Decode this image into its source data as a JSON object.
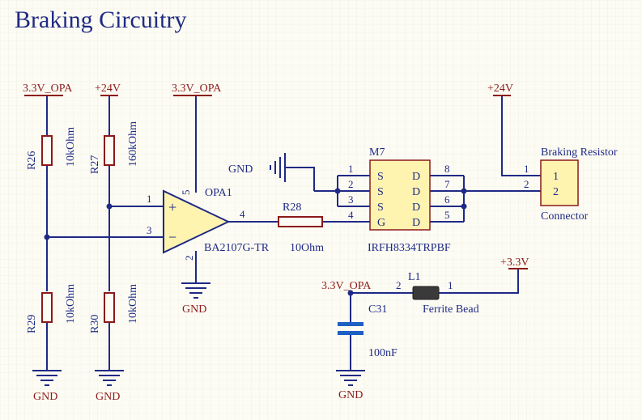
{
  "title": "Braking Circuitry",
  "colors": {
    "background": "#fdfcf4",
    "grid": "#ece9da",
    "wire": "#1f2a86",
    "power_label": "#8b1a1a",
    "title": "#1f2a86",
    "text": "#1f2a86",
    "component_outline": "#8b1a1a",
    "component_fill": "#fff3b0",
    "capacitor_plate": "#1e5fc4"
  },
  "power": {
    "r26_top": "3.3V_OPA",
    "r27_top": "+24V",
    "opa_vcc": "3.3V_OPA",
    "connector_supply": "+24V",
    "supply_33": "+3.3V",
    "ferrite_net": "3.3V_OPA"
  },
  "grounds": {
    "gnd_flag": "GND",
    "opa_gnd": "GND",
    "r29_gnd": "GND",
    "r30_gnd": "GND",
    "c31_gnd": "GND"
  },
  "resistors": {
    "r26": {
      "ref": "R26",
      "value": "10kOhm"
    },
    "r27": {
      "ref": "R27",
      "value": "160kOhm"
    },
    "r29": {
      "ref": "R29",
      "value": "10kOhm"
    },
    "r30": {
      "ref": "R30",
      "value": "10kOhm"
    },
    "r28": {
      "ref": "R28",
      "value": "10Ohm"
    }
  },
  "opamp": {
    "ref": "OPA1",
    "part": "BA2107G-TR",
    "pin_plus": "1",
    "pin_minus": "3",
    "pin_out": "4",
    "pin_vcc": "5",
    "pin_gnd": "2",
    "plus_sign": "+",
    "minus_sign": "−"
  },
  "mosfet": {
    "ref": "M7",
    "part": "IRFH8334TRPBF",
    "left_pins": [
      {
        "num": "1",
        "name": "S"
      },
      {
        "num": "2",
        "name": "S"
      },
      {
        "num": "3",
        "name": "S"
      },
      {
        "num": "4",
        "name": "G"
      }
    ],
    "right_pins": [
      {
        "num": "8",
        "name": "D"
      },
      {
        "num": "7",
        "name": "D"
      },
      {
        "num": "6",
        "name": "D"
      },
      {
        "num": "5",
        "name": "D"
      }
    ]
  },
  "connector": {
    "label": "Braking Resistor",
    "type": "Connector",
    "pins": [
      {
        "num": "1",
        "name": "1"
      },
      {
        "num": "2",
        "name": "2"
      }
    ]
  },
  "ferrite": {
    "ref": "L1",
    "value": "Ferrite Bead",
    "pin_left": "2",
    "pin_right": "1"
  },
  "capacitor": {
    "ref": "C31",
    "value": "100nF"
  }
}
